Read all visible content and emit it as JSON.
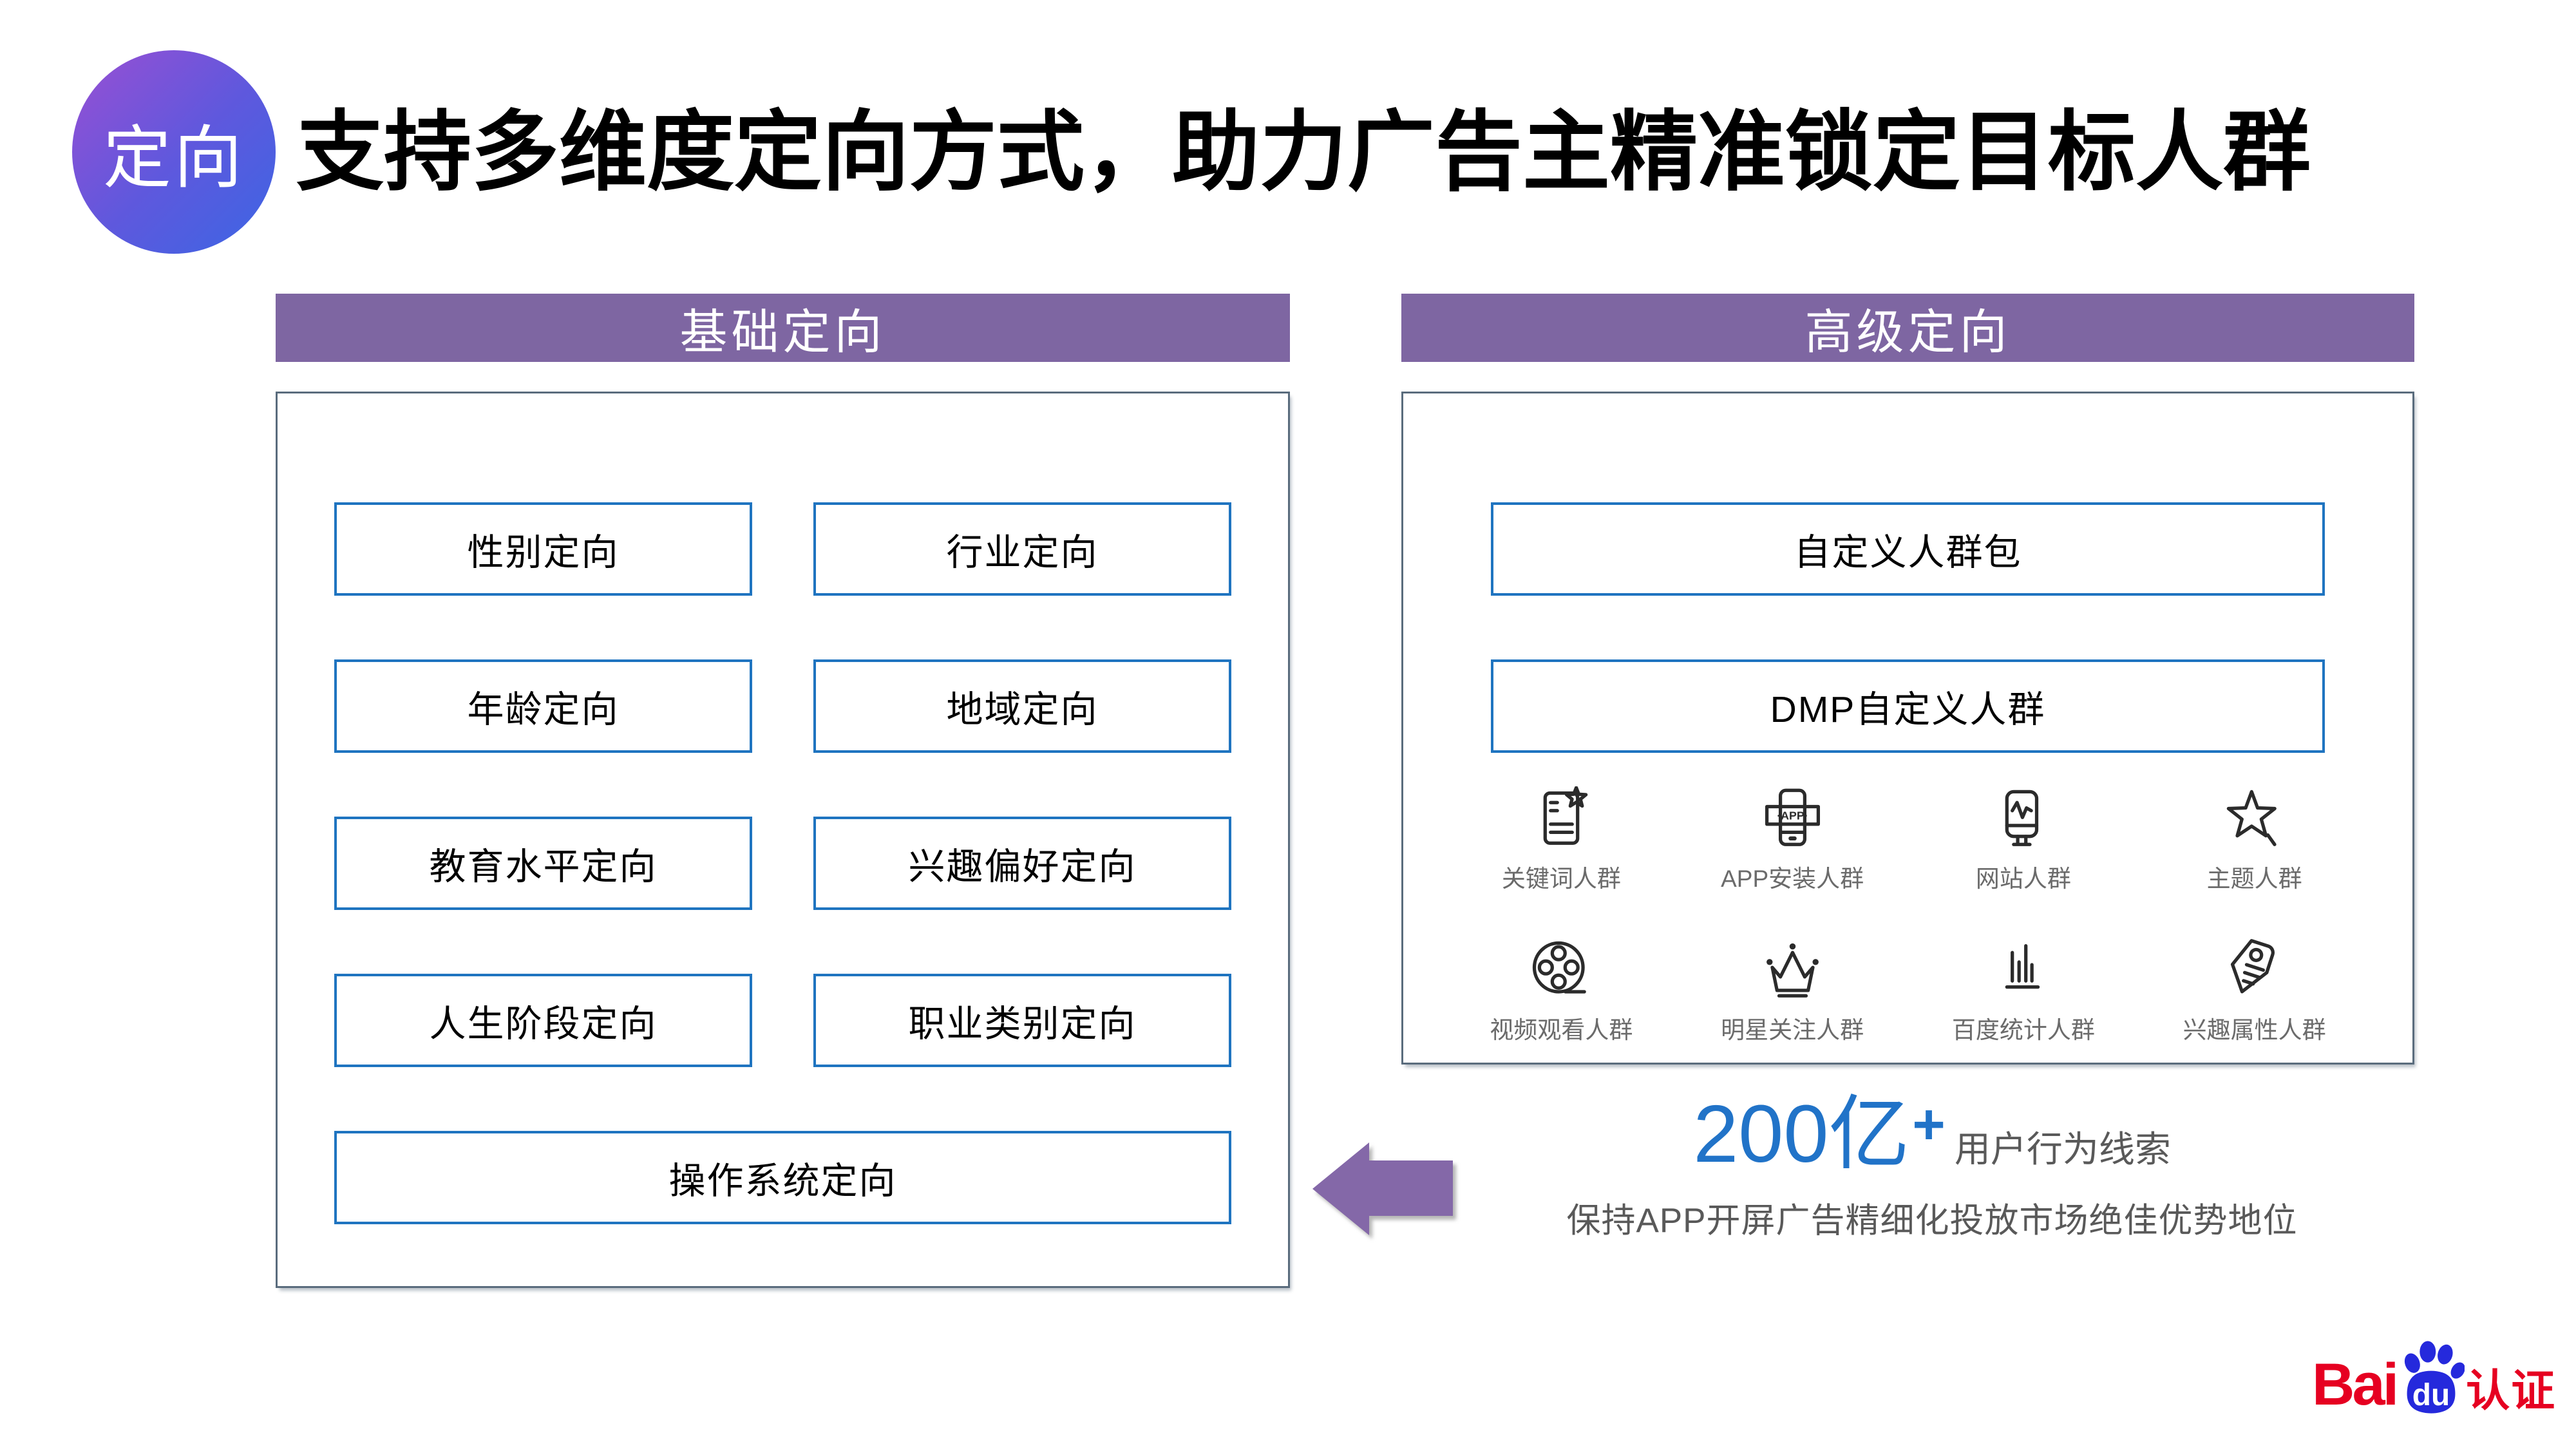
{
  "badge": {
    "label": "定向"
  },
  "title": "支持多维度定向方式，助力广告主精准锁定目标人群",
  "basic_panel": {
    "header": "基础定向",
    "items": [
      "性别定向",
      "行业定向",
      "年龄定向",
      "地域定向",
      "教育水平定向",
      "兴趣偏好定向",
      "人生阶段定向",
      "职业类别定向",
      "操作系统定向"
    ]
  },
  "advanced_panel": {
    "header": "高级定向",
    "boxes": [
      "自定义人群包",
      "DMP自定义人群"
    ],
    "groups": [
      {
        "icon": "document-star-icon",
        "label": "关键词人群"
      },
      {
        "icon": "phone-app-icon",
        "label": "APP安装人群"
      },
      {
        "icon": "monitor-pulse-icon",
        "label": "网站人群"
      },
      {
        "icon": "star-icon",
        "label": "主题人群"
      },
      {
        "icon": "film-reel-icon",
        "label": "视频观看人群"
      },
      {
        "icon": "crown-icon",
        "label": "明星关注人群"
      },
      {
        "icon": "bar-chart-icon",
        "label": "百度统计人群"
      },
      {
        "icon": "tag-icon",
        "label": "兴趣属性人群"
      }
    ],
    "app_icon_text": "·APP·"
  },
  "stats": {
    "number": "200亿",
    "plus": "+",
    "suffix": "用户行为线索",
    "description": "保持APP开屏广告精细化投放市场绝佳优势地位"
  },
  "logo": {
    "bai": "Bai",
    "du": "du",
    "cert": "认证"
  },
  "colors": {
    "header_purple": "#7e66a2",
    "box_border_blue": "#1f74c0",
    "panel_border_gray": "#5a6c7d",
    "stat_blue": "#2173c8",
    "gray_text": "#595959",
    "arrow_purple": "#8468a8",
    "badge_gradient_start": "#9a4fd3",
    "badge_gradient_end": "#3b66e4",
    "baidu_red": "#e60021",
    "baidu_blue": "#2529dc"
  }
}
